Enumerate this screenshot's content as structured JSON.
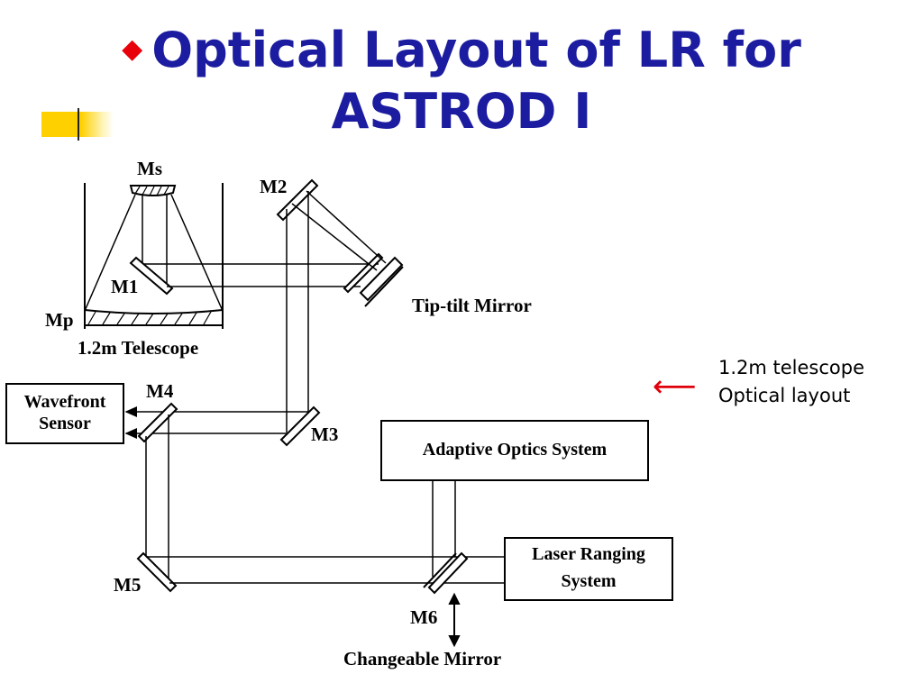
{
  "title": {
    "bullet_icon": "red-diamond",
    "line1": "Optical Layout of LR for",
    "line2": "ASTROD I",
    "color": "#1c1ca0"
  },
  "diagram": {
    "labels": {
      "ms": "Ms",
      "m1": "M1",
      "mp": "Mp",
      "telescope": "1.2m Telescope",
      "m2": "M2",
      "tip_tilt": "Tip-tilt Mirror",
      "m3": "M3",
      "m4": "M4",
      "m5": "M5",
      "m6": "M6",
      "changeable": "Changeable Mirror"
    },
    "boxes": {
      "wavefront_line1": "Wavefront",
      "wavefront_line2": "Sensor",
      "adaptive_optics": "Adaptive Optics System",
      "laser_line1": "Laser Ranging",
      "laser_line2": "System"
    }
  },
  "note": {
    "arrow_icon": "left-arrow",
    "arrow_color": "#e0000a",
    "line1": "1.2m telescope",
    "line2": "Optical layout"
  }
}
